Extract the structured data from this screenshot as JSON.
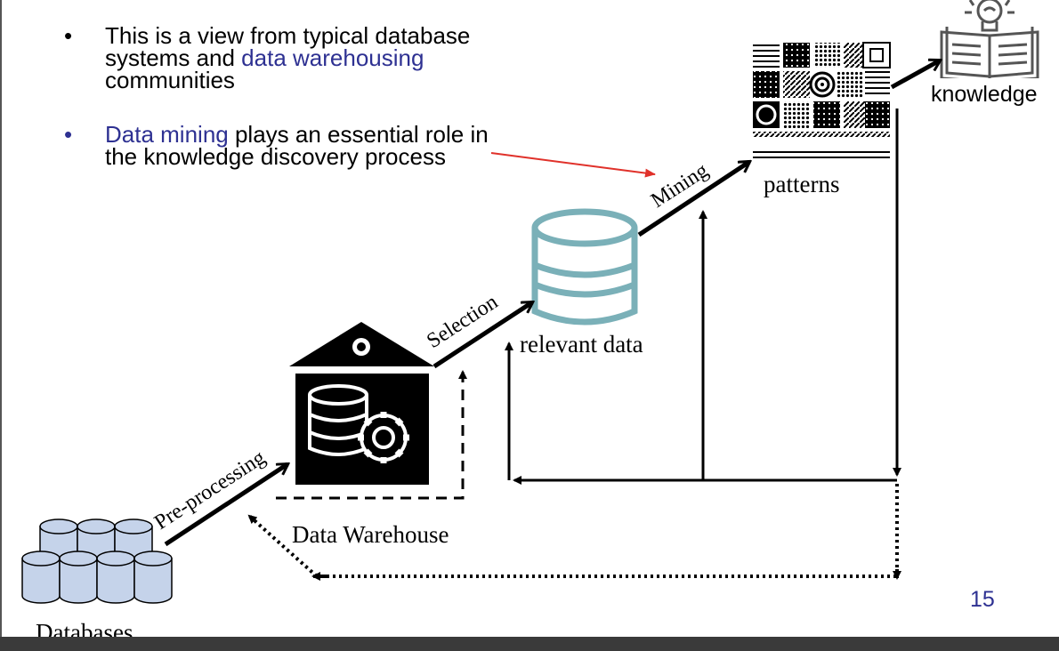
{
  "bullets": [
    {
      "parts": [
        "This is a view from typical database systems and ",
        "data warehousing",
        " communities"
      ]
    },
    {
      "parts": [
        "Data mining",
        " plays an essential role in the knowledge discovery process"
      ]
    }
  ],
  "labels": {
    "knowledge": "knowledge",
    "patterns": "patterns",
    "mining": "Mining",
    "selection": "Selection",
    "relevant_data": "relevant data",
    "pre_processing": "Pre-processing",
    "data_warehouse": "Data Warehouse",
    "databases": "Databases"
  },
  "page_number": "15",
  "colors": {
    "accent_text": "#2e3192",
    "callout_arrow": "#e0312a",
    "db_fill": "#c5d3ea",
    "relevant_db_stroke": "#7ab0b8"
  },
  "icons": [
    "knowledge-book-bulb-icon",
    "patterns-grid-icon",
    "relevant-data-db-icon",
    "data-warehouse-icon",
    "databases-stack-icon"
  ]
}
